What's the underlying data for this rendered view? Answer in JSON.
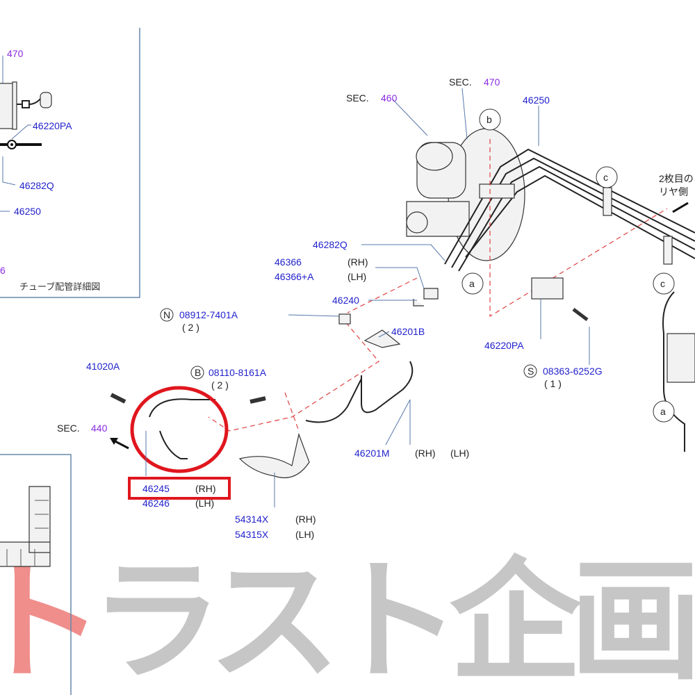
{
  "inset": {
    "sec": "470",
    "labels": [
      "46220PA",
      "46282Q",
      "46250"
    ],
    "sec_partial": "6",
    "caption": "チューブ配管詳細図"
  },
  "sections": {
    "sec_word": "SEC.",
    "s460": "460",
    "s470": "470",
    "s440": "440"
  },
  "callouts": {
    "b": "b",
    "c": "c",
    "a": "a"
  },
  "note": {
    "line1": "2枚目の",
    "line2": "リヤ側"
  },
  "parts": {
    "p46250": "46250",
    "p46282Q": "46282Q",
    "p46366": "46366",
    "p46366A": "46366+A",
    "rh": "(RH)",
    "lh": "(LH)",
    "p46240": "46240",
    "p46201B": "46201B",
    "p46220PA": "46220PA",
    "n_prefix": "N",
    "p08912": "08912-7401A",
    "q2": "( 2 )",
    "b_prefix": "B",
    "p08110": "08110-8161A",
    "q2b": "( 2 )",
    "s_prefix": "S",
    "p08363": "08363-6252G",
    "q1": "( 1 )",
    "p41020A": "41020A",
    "p46245": "46245",
    "p46246": "46246",
    "p46201M": "46201M",
    "p54314X": "54314X",
    "p54315X": "54315X"
  },
  "highlight_color": "#e0161e",
  "watermark": {
    "first": "ト",
    "rest": "ラスト企画"
  }
}
